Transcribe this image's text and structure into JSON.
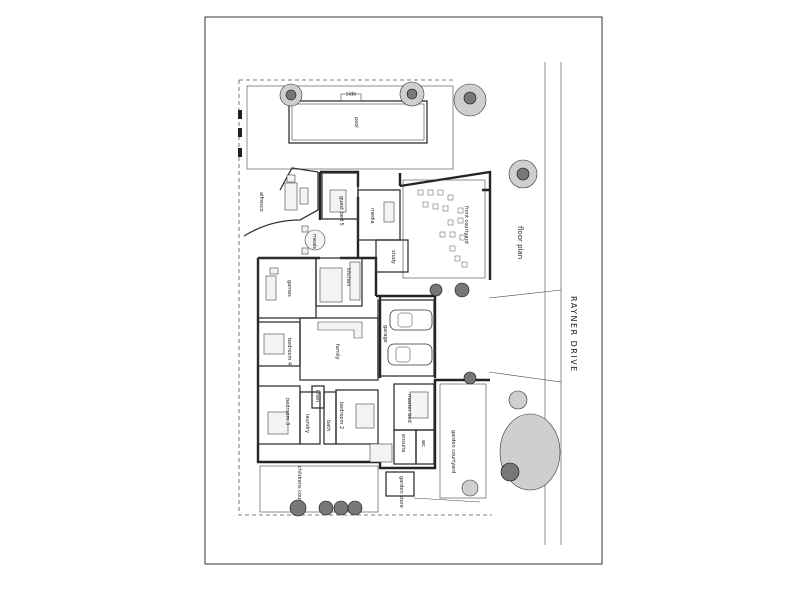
{
  "plan": {
    "heading": "floor plan",
    "street": "RAYNER DRIVE",
    "rooms": {
      "pool": "pool",
      "side": "side",
      "alfresco": "alfresco",
      "guest_bed": "guest bed 5",
      "media": "media",
      "front_courtyard": "front courtyard",
      "study": "study",
      "kitchen": "kitchen",
      "meals": "meals",
      "games": "games",
      "garage": "garage",
      "bedroom4": "bedroom 4",
      "family": "family",
      "bedroom3": "bedroom 3",
      "laundry": "laundry",
      "linen": "linen",
      "bedroom2": "bedroom 2",
      "bath": "bath",
      "master_bed": "master bed",
      "ensuite": "ensuite",
      "wc": "wc",
      "childrens_courtyard": "childrens courtyard",
      "garden_courtyard": "garden courtyard",
      "garden_store": "garden store"
    }
  }
}
